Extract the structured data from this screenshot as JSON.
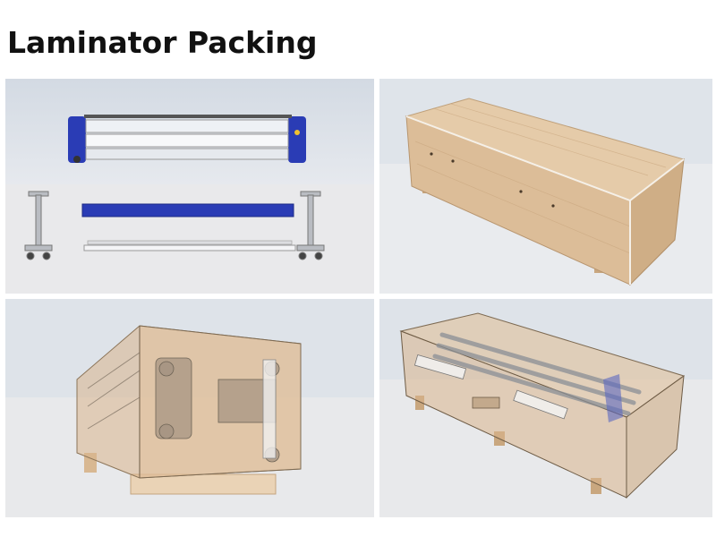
{
  "title": "Laminator Packing",
  "panels": [
    {
      "name": "parts-disassembled"
    },
    {
      "name": "crate-closed"
    },
    {
      "name": "crate-transparent-side"
    },
    {
      "name": "crate-transparent-top"
    }
  ],
  "colors": {
    "wood": "#e0c3a0",
    "frame_blue": "#2a3cb5",
    "sky": "#d9dfe6",
    "ground": "#e9eaec"
  }
}
